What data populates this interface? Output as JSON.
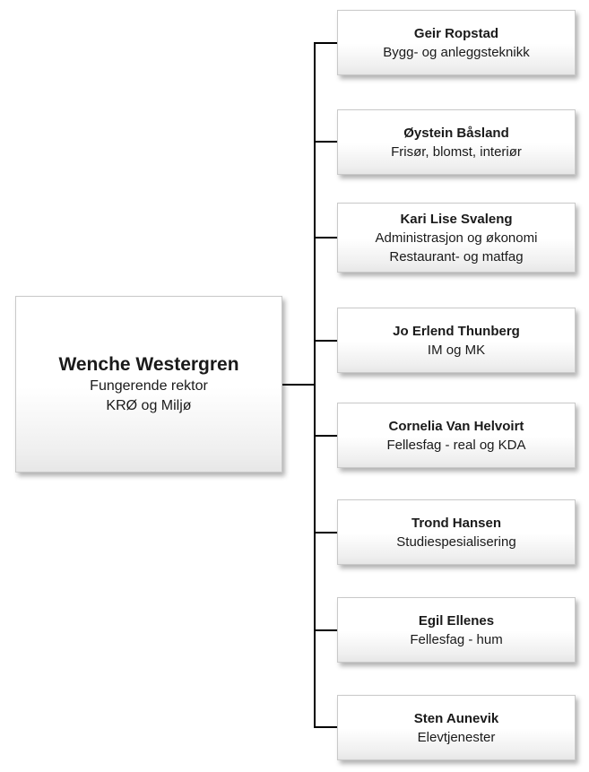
{
  "diagram": {
    "type": "org-chart",
    "root": {
      "name": "Wenche Westergren",
      "subtitle": "Fungerende rektor\nKRØ og Miljø"
    },
    "nodes": [
      {
        "name": "Geir Ropstad",
        "subtitle": "Bygg- og anleggsteknikk"
      },
      {
        "name": "Øystein Båsland",
        "subtitle": "Frisør, blomst, interiør"
      },
      {
        "name": "Kari Lise Svaleng",
        "subtitle": "Administrasjon og økonomi\nRestaurant- og matfag"
      },
      {
        "name": "Jo Erlend Thunberg",
        "subtitle": "IM og MK"
      },
      {
        "name": "Cornelia Van Helvoirt",
        "subtitle": "Fellesfag - real og KDA"
      },
      {
        "name": "Trond Hansen",
        "subtitle": "Studiespesialisering"
      },
      {
        "name": "Egil Ellenes",
        "subtitle": "Fellesfag - hum"
      },
      {
        "name": "Sten Aunevik",
        "subtitle": "Elevtjenester"
      }
    ],
    "colors": {
      "connector": "#000000",
      "box_border": "#c9c9c9",
      "box_fill_top": "#ffffff",
      "box_fill_bottom": "#e7e7e7",
      "text": "#1a1a1a"
    }
  }
}
